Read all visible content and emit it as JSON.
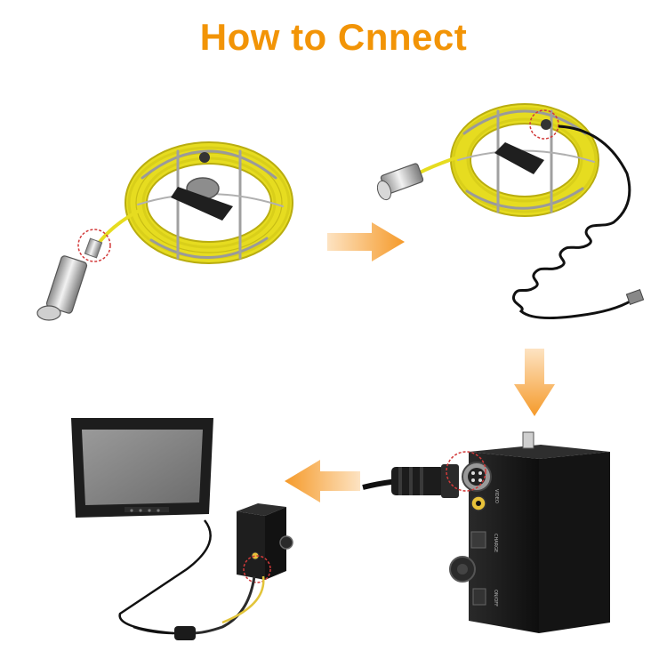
{
  "title": "How to Cnnect",
  "colors": {
    "title": "#f29406",
    "arrow": "#f5a23c",
    "cable_yellow": "#e6dc20",
    "cable_edge": "#b9ad10",
    "device_black": "#1a1a1a",
    "highlight_circle": "#d23a3a"
  },
  "steps": [
    {
      "id": "camera-reel",
      "icon": "cable-reel-with-camera-probe"
    },
    {
      "id": "reel-with-coil-cable",
      "icon": "cable-reel-with-coiled-cable"
    },
    {
      "id": "control-box",
      "icon": "control-box"
    },
    {
      "id": "monitor-setup",
      "icon": "monitor-with-box"
    }
  ],
  "arrows": [
    "arrow-right",
    "arrow-down",
    "arrow-left"
  ],
  "box_labels": {
    "video": "VIDEO",
    "charge": "CHARGE",
    "power": "ON/OFF"
  }
}
